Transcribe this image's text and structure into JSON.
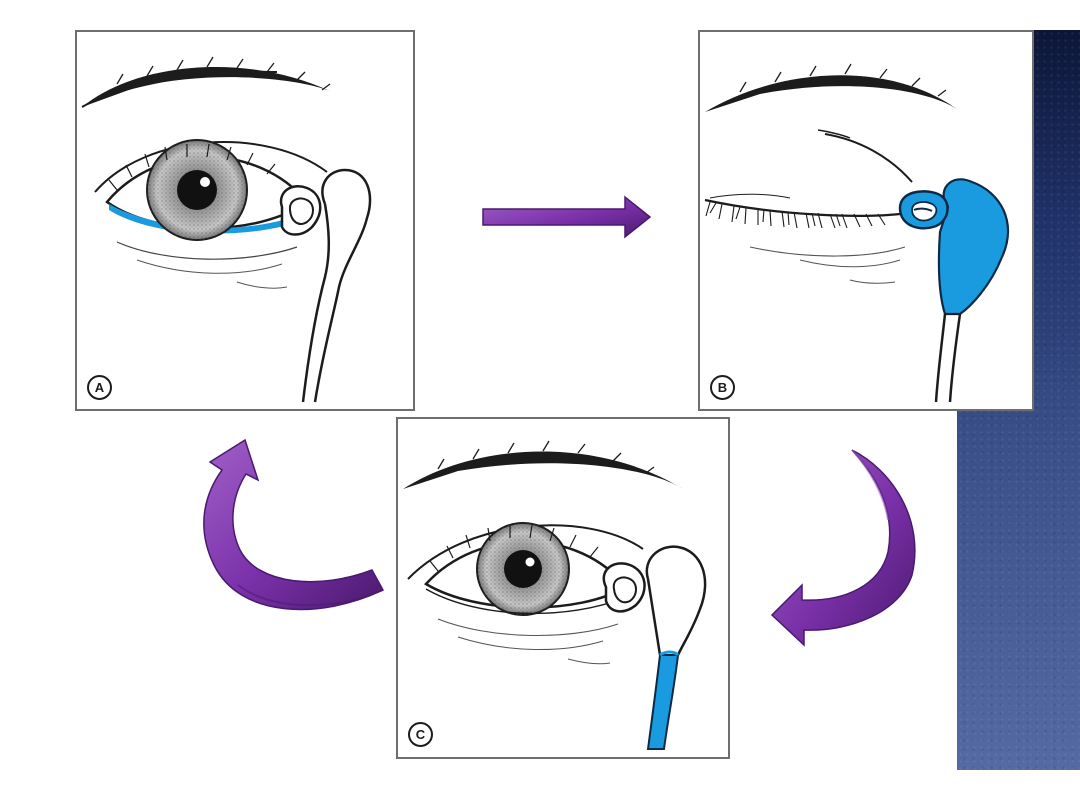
{
  "diagram": {
    "panels": [
      {
        "id": "A",
        "label": "A",
        "fluid": "lower-tear-lake"
      },
      {
        "id": "B",
        "label": "B",
        "fluid": "lacrimal-sac-filled"
      },
      {
        "id": "C",
        "label": "C",
        "fluid": "nasolacrimal-duct"
      }
    ],
    "flow": [
      "A",
      "B",
      "C",
      "A"
    ],
    "colors": {
      "tear_fluid": "#1a9be0",
      "tear_fluid_dark": "#0f6fae",
      "arrow_purple": "#7a30a8",
      "arrow_purple_dark": "#4a1a6e",
      "line_art": "#1c1c1c",
      "side_panel": "#2a3b78"
    },
    "icons": {
      "arrow_a_to_b": "arrow-right-icon",
      "arrow_b_to_c": "curved-arrow-icon",
      "arrow_c_to_a": "curved-arrow-icon"
    }
  }
}
